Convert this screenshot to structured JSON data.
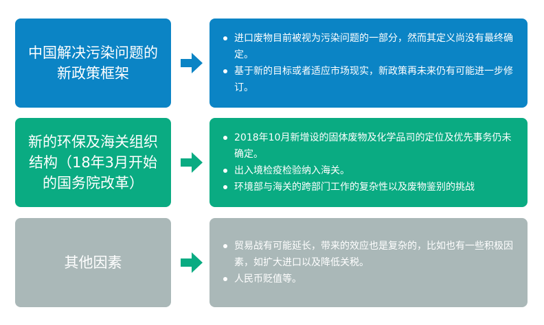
{
  "colors": {
    "blue": "#0b84c5",
    "green": "#0aab82",
    "gray": "#aab8b8",
    "arrow_blue": "#0b84c5",
    "arrow_green": "#0aab82"
  },
  "rows": [
    {
      "title": "中国解决污染问题的新政策框架",
      "bullets": [
        "进口废物目前被视为污染问题的一部分，然而其定义尚没有最终确定。",
        "基于新的目标或者适应市场现实，新政策再未来仍有可能进一步修订。"
      ]
    },
    {
      "title": "新的环保及海关组织结构（18年3月开始的国务院改革）",
      "bullets": [
        "2018年10月新增设的固体废物及化学品司的定位及优先事务仍未确定。",
        "出入境检疫检验纳入海关。",
        "环境部与海关的跨部门工作的复杂性以及废物鉴别的挑战"
      ]
    },
    {
      "title": "其他因素",
      "bullets": [
        "贸易战有可能延长，带来的效应也是复杂的，比如也有一些积极因素，如扩大进口以及降低关税。",
        "人民币贬值等。"
      ]
    }
  ]
}
